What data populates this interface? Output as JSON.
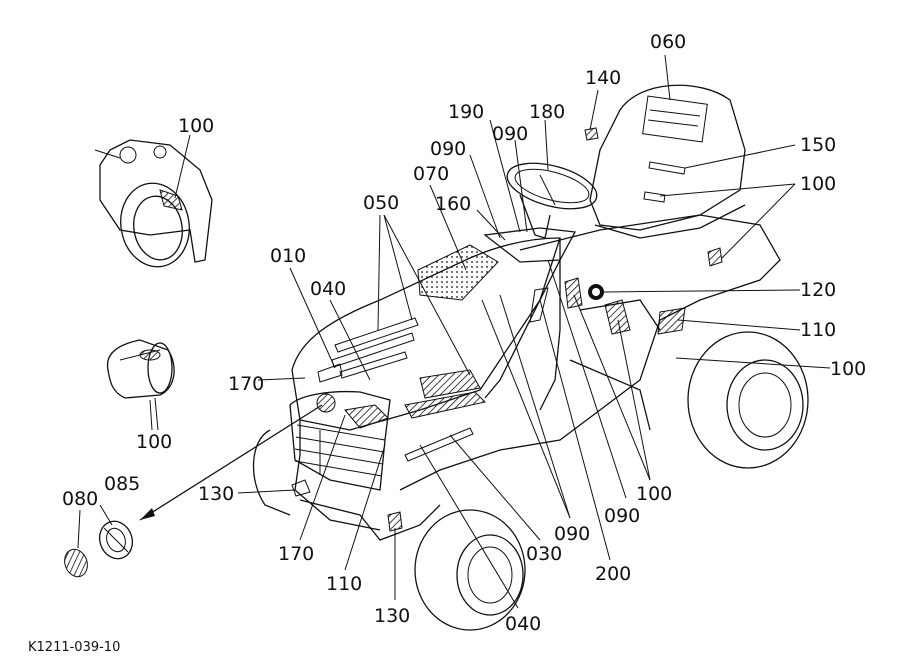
{
  "figure_id": "K1211-039-10",
  "callouts": [
    "010",
    "030",
    "040",
    "050",
    "060",
    "070",
    "080",
    "085",
    "090",
    "100",
    "110",
    "120",
    "130",
    "140",
    "150",
    "160",
    "170",
    "180",
    "190",
    "200"
  ],
  "labels": {
    "c010": "010",
    "c030": "030",
    "c040a": "040",
    "c040b": "040",
    "c050": "050",
    "c060": "060",
    "c070": "070",
    "c080": "080",
    "c085": "085",
    "c090a": "090",
    "c090b": "090",
    "c090c": "090",
    "c090d": "090",
    "c100a": "100",
    "c100b": "100",
    "c100c": "100",
    "c100d": "100",
    "c100e": "100",
    "c110a": "110",
    "c110b": "110",
    "c120": "120",
    "c130a": "130",
    "c130b": "130",
    "c140": "140",
    "c150": "150",
    "c160": "160",
    "c170a": "170",
    "c170b": "170",
    "c180": "180",
    "c190": "190",
    "c200": "200"
  }
}
